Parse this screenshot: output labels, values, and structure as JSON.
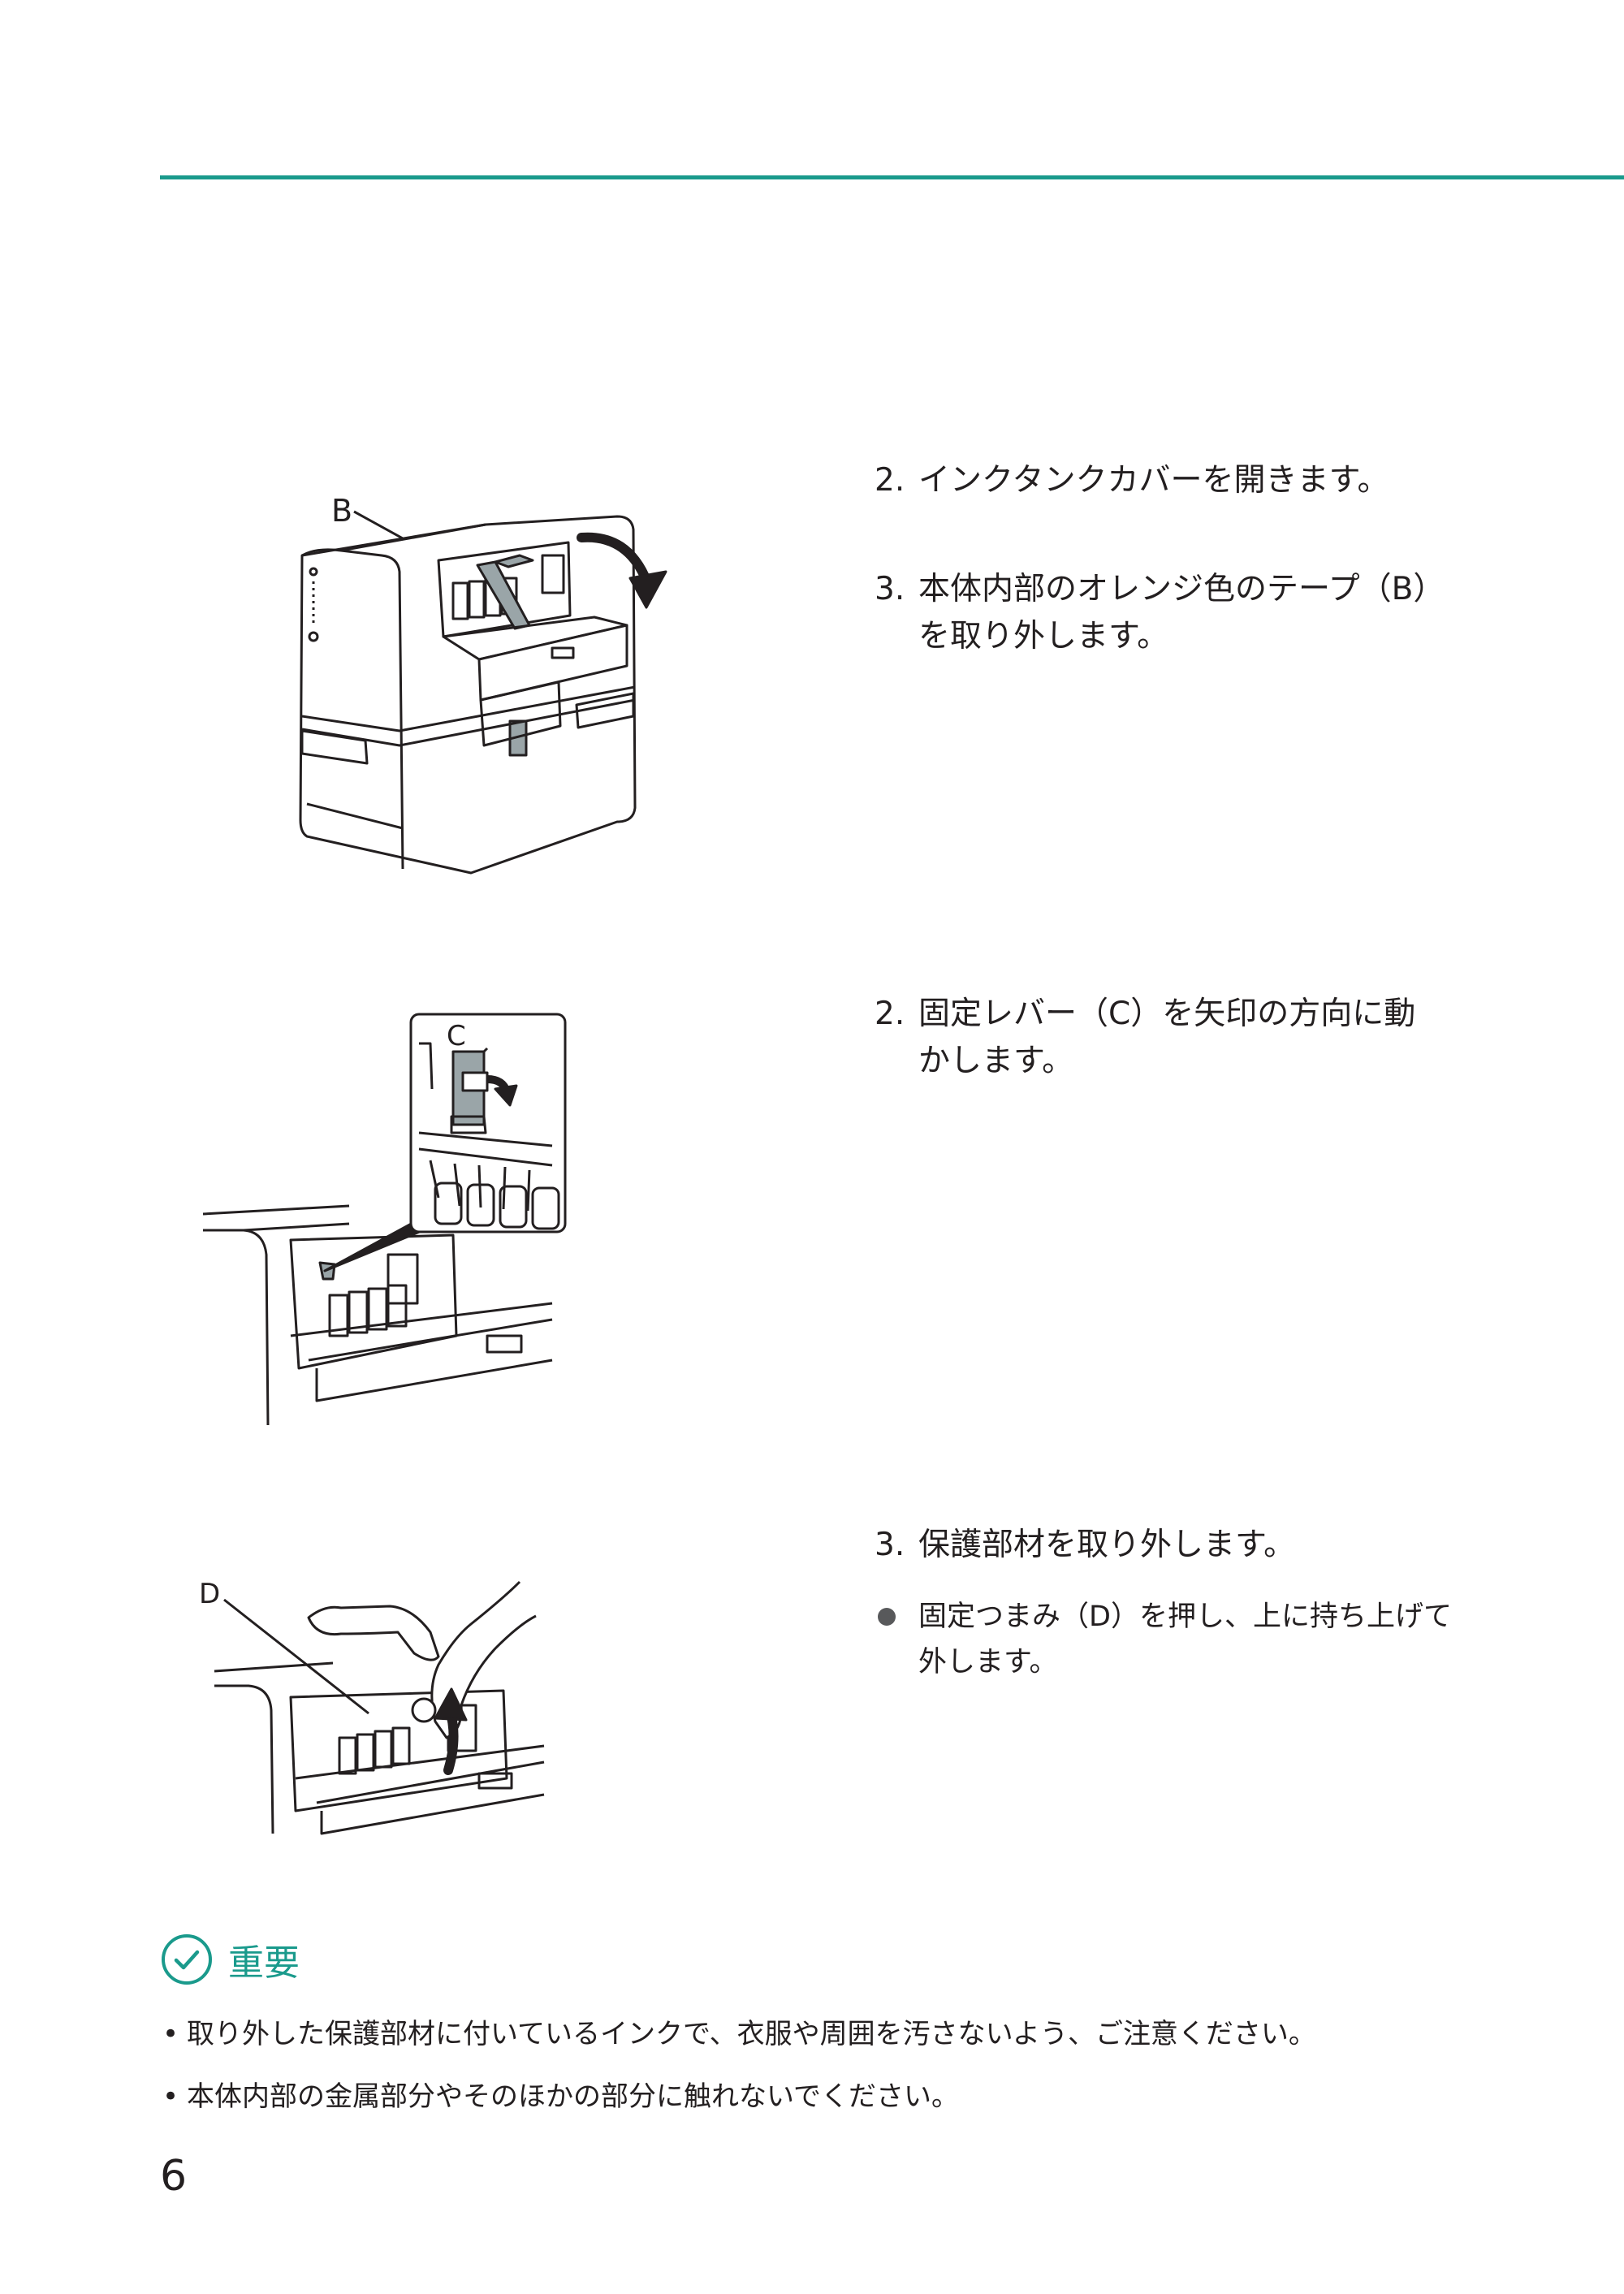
{
  "steps": [
    {
      "number": "2.",
      "text": "インクタンクカバーを開きます。"
    },
    {
      "number": "3.",
      "text": "本体内部のオレンジ色のテープ（B）",
      "continuation": "を取り外します。"
    },
    {
      "number": "2.",
      "text": "固定レバー（C）を矢印の方向に動",
      "continuation": "かします。"
    },
    {
      "number": "3.",
      "text": "保護部材を取り外します。"
    }
  ],
  "bullet": {
    "line1": "固定つまみ（D）を押し、上に持ち上げて",
    "line2": "外します。"
  },
  "figures": {
    "label_b": "B",
    "label_c": "C",
    "label_d": "D"
  },
  "important": {
    "title": "重要",
    "icon": "check-circle-icon",
    "notes": [
      "取り外した保護部材に付いているインクで、衣服や周囲を汚さないよう、ご注意ください。",
      "本体内部の金属部分やそのほかの部分に触れないでください。"
    ],
    "bullet_char": "•"
  },
  "page_number": "6",
  "colors": {
    "accent": "#1a9a8c",
    "text": "#231f20",
    "line": "#231f20",
    "tape": "#9aa5a8"
  }
}
